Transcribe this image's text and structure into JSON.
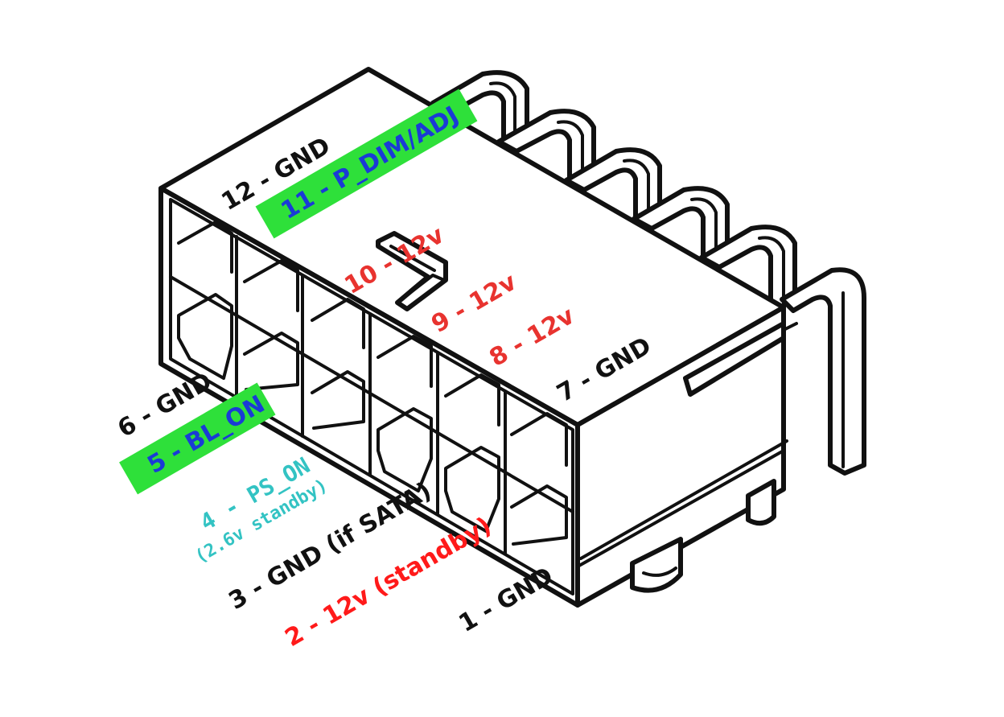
{
  "pins": [
    {
      "label": "12 - GND",
      "color": "#111111",
      "highlight": ""
    },
    {
      "label": "11 - P_DIM/ADJ",
      "color": "#1a3bd6",
      "highlight": "#2ee03a"
    },
    {
      "label": "10 - 12v",
      "color": "#e8332f",
      "highlight": ""
    },
    {
      "label": "9 - 12v",
      "color": "#e8332f",
      "highlight": ""
    },
    {
      "label": "8 - 12v",
      "color": "#e8332f",
      "highlight": ""
    },
    {
      "label": "7 - GND",
      "color": "#111111",
      "highlight": ""
    },
    {
      "label": "6 - GND",
      "color": "#111111",
      "highlight": ""
    },
    {
      "label": "5 - BL_ON",
      "color": "#1a3bd6",
      "highlight": "#2ee03a"
    },
    {
      "label": "4 - PS_ON",
      "color": "#33c3c3",
      "highlight": ""
    },
    {
      "label": "(2.6v standby)",
      "color": "#33c3c3",
      "highlight": ""
    },
    {
      "label": "3 - GND (if SATA)",
      "color": "#111111",
      "highlight": ""
    },
    {
      "label": "2 - 12v (standby)",
      "color": "#ff1a1a",
      "highlight": ""
    },
    {
      "label": "1 - GND",
      "color": "#111111",
      "highlight": ""
    }
  ]
}
